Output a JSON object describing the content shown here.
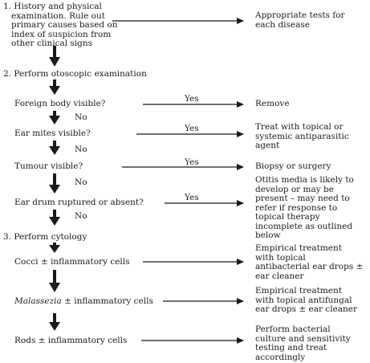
{
  "steps": {
    "step1": [
      "1.  History and physical",
      "examination. Rule out",
      "primary causes based on",
      "index of suspicion from",
      "other clinical signs"
    ],
    "step1_outcome": [
      "Appropriate tests for",
      "each disease"
    ],
    "step2": "2.  Perform otoscopic examination",
    "step3": "3.  Perform cytology"
  },
  "questions": {
    "foreign_body": "Foreign body visible?",
    "ear_mites": "Ear mites visible?",
    "tumour": "Tumour visible?",
    "ear_drum": "Ear drum ruptured or absent?"
  },
  "branch_labels": {
    "yes": "Yes",
    "no": "No"
  },
  "outcomes": {
    "remove": "Remove",
    "antiparasitic": [
      "Treat with topical or",
      "systemic antiparasitic",
      "agent"
    ],
    "biopsy": "Biopsy or surgery",
    "otitis_media": [
      "Otitis media is likely to",
      "develop or may be",
      "present – may need to",
      "refer if response to",
      "topical therapy",
      "incomplete as outlined",
      "below"
    ]
  },
  "cytology": {
    "cocci": "Cocci ± inflammatory cells",
    "malassezia_name": "Malassezia",
    "malassezia_rest": " ± inflammatory cells",
    "rods": "Rods ± inflammatory cells"
  },
  "cytology_outcomes": {
    "cocci": [
      "Empirical treatment",
      "with topical",
      "antibacterial ear drops ±",
      "ear cleaner"
    ],
    "malassezia": [
      "Empirical treatment",
      "with topical antifungal",
      "ear drops ± ear cleaner"
    ],
    "rods": [
      "Perform bacterial",
      "culture and sensitivity",
      "testing and treat",
      "accordingly"
    ]
  }
}
